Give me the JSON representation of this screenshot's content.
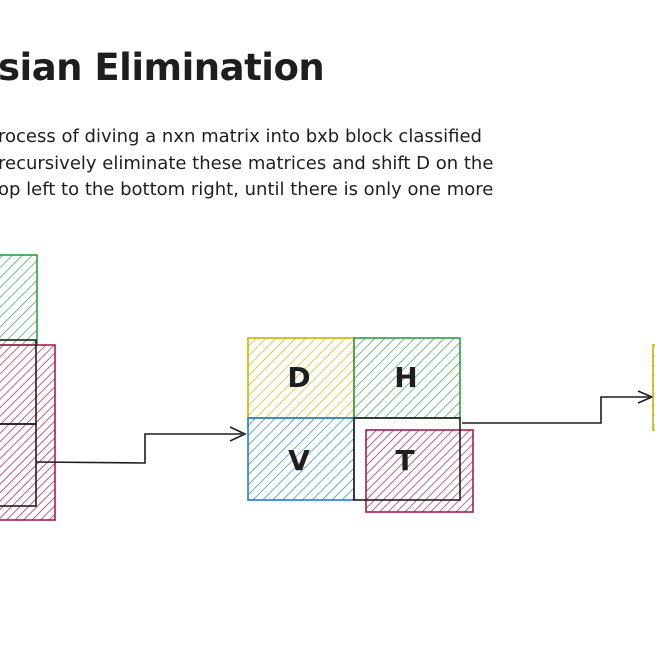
{
  "title": "sian Elimination",
  "description": [
    "rocess of diving a nxn matrix into bxb block classified",
    "recursively eliminate these matrices and shift D on the",
    "op left to the bottom right, until there is only one more"
  ],
  "blocks": {
    "d_label": "D",
    "h_label": "H",
    "v_label": "V",
    "t_label": "T"
  },
  "colors": {
    "d": "#c9b400",
    "h": "#2f9e44",
    "v": "#1c7ed6",
    "t": "#a61e4d",
    "ink": "#1e1e1e"
  }
}
